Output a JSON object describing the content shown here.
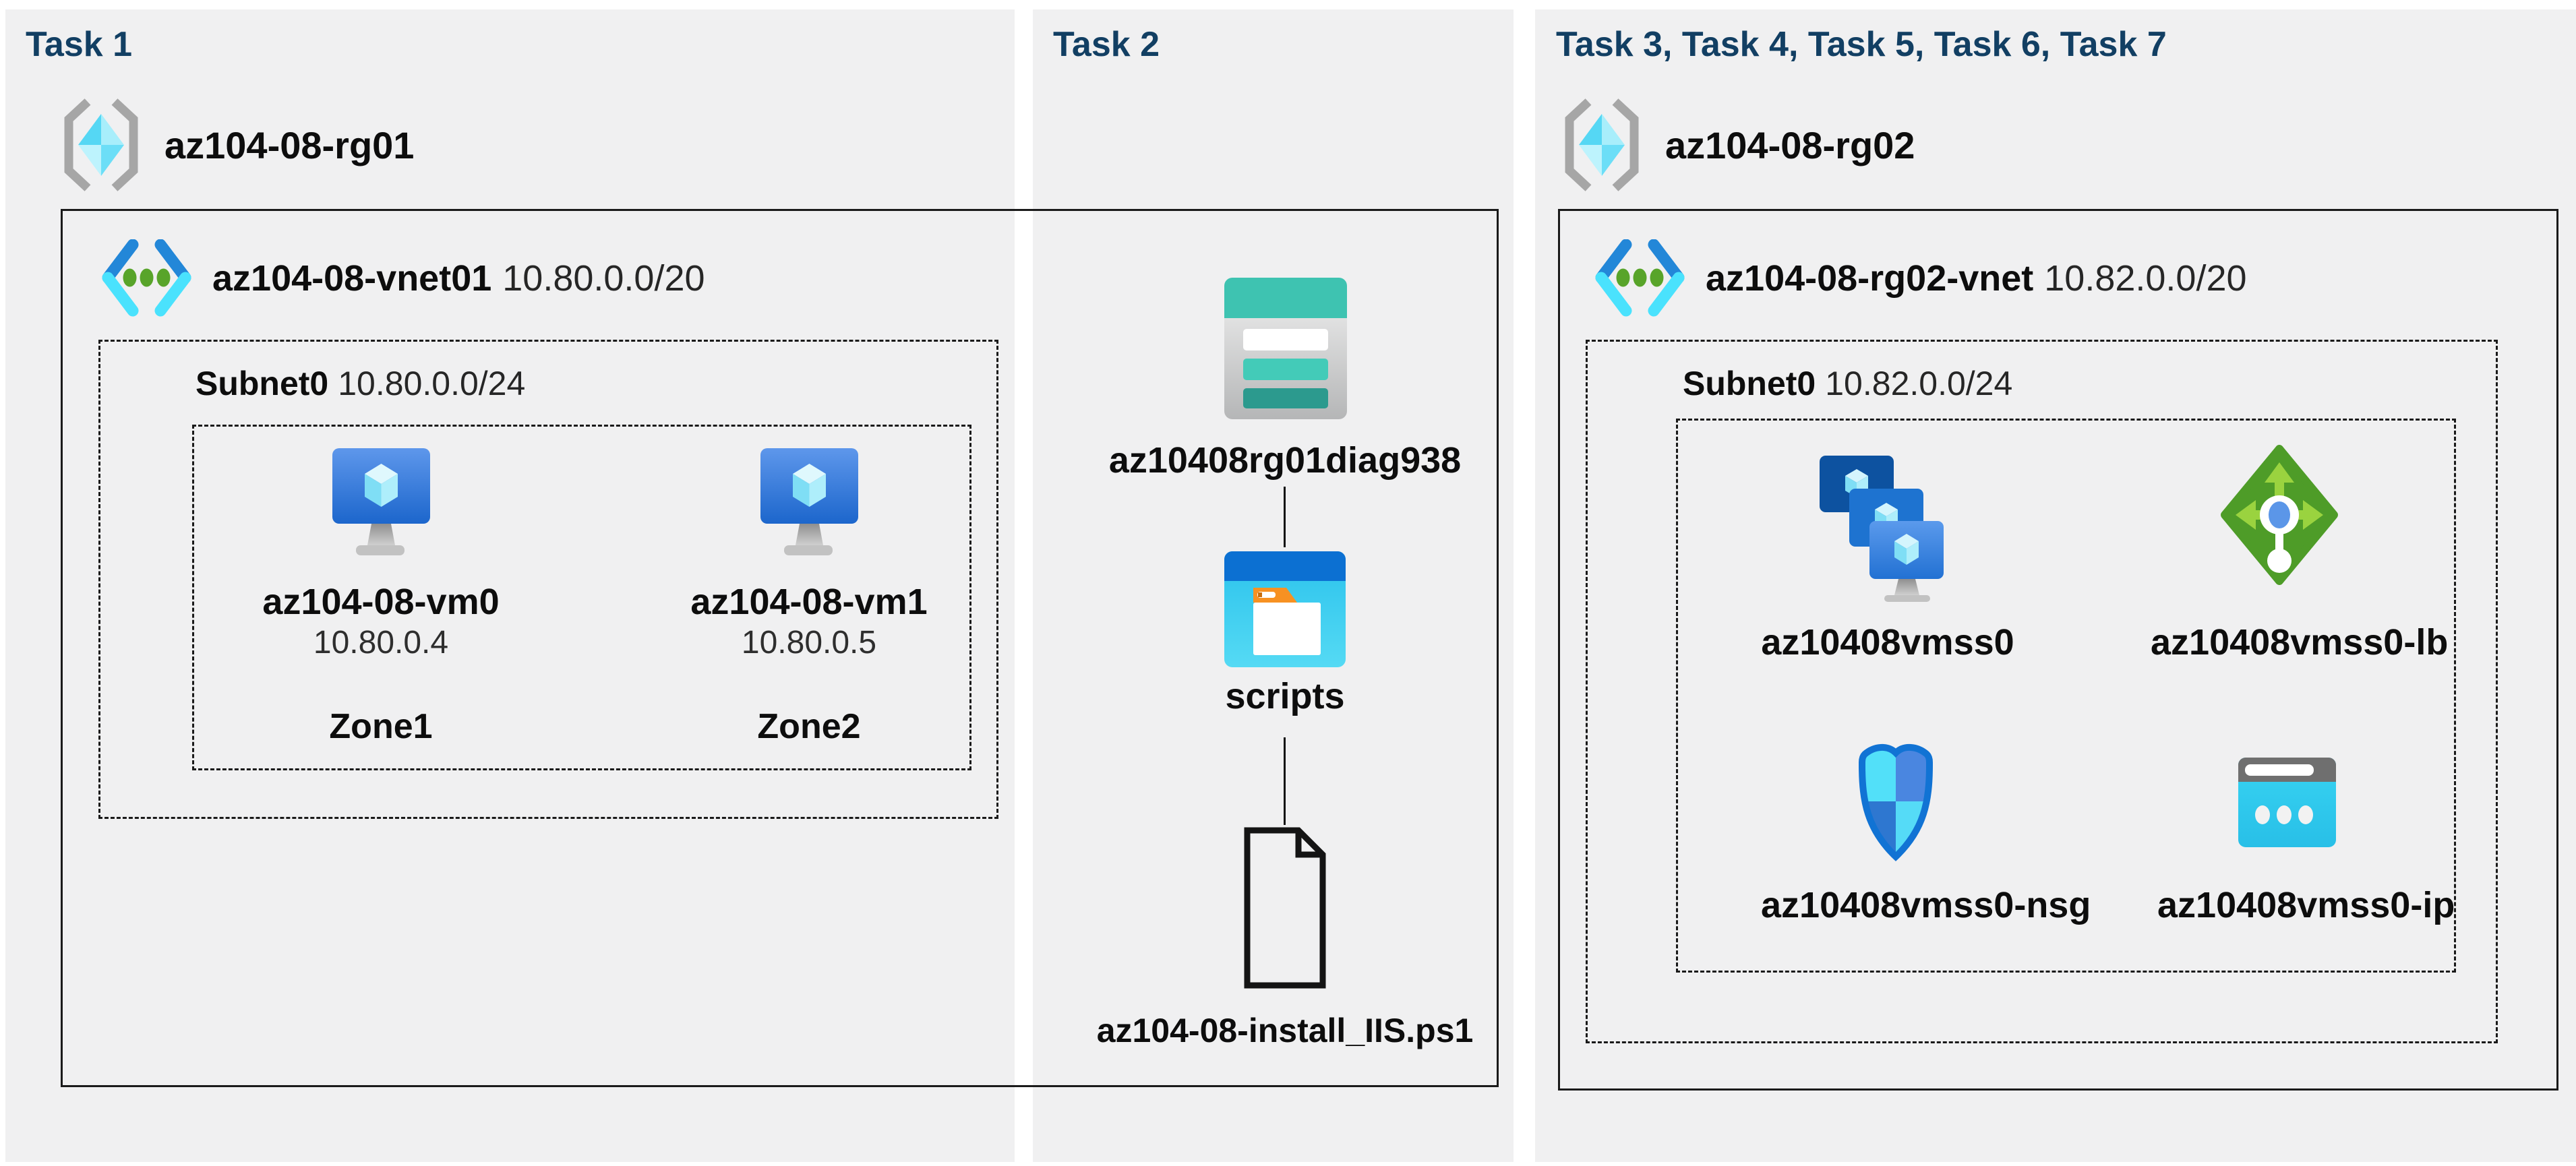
{
  "panels": {
    "task1": {
      "title": "Task 1",
      "resource_group": {
        "name": "az104-08-rg01"
      },
      "vnet": {
        "name": "az104-08-vnet01",
        "cidr": "10.80.0.0/20"
      },
      "subnet": {
        "name": "Subnet0",
        "cidr": "10.80.0.0/24"
      },
      "vms": [
        {
          "name": "az104-08-vm0",
          "ip": "10.80.0.4",
          "zone": "Zone1"
        },
        {
          "name": "az104-08-vm1",
          "ip": "10.80.0.5",
          "zone": "Zone2"
        }
      ]
    },
    "task2": {
      "title": "Task 2",
      "storage_account": {
        "name": "az10408rg01diag938"
      },
      "folder": {
        "name": "scripts"
      },
      "script_file": {
        "name": "az104-08-install_IIS.ps1"
      }
    },
    "task3": {
      "title": "Task 3, Task 4, Task 5, Task 6, Task 7",
      "resource_group": {
        "name": "az104-08-rg02"
      },
      "vnet": {
        "name": "az104-08-rg02-vnet",
        "cidr": "10.82.0.0/20"
      },
      "subnet": {
        "name": "Subnet0",
        "cidr": "10.82.0.0/24"
      },
      "resources": [
        {
          "name": "az10408vmss0",
          "type": "vm-scale-set"
        },
        {
          "name": "az10408vmss0-lb",
          "type": "load-balancer"
        },
        {
          "name": "az10408vmss0-nsg",
          "type": "network-security-group"
        },
        {
          "name": "az10408vmss0-ip",
          "type": "public-ip"
        }
      ]
    }
  },
  "colors": {
    "heading": "#123F63",
    "panel_bg": "#f0f0f1",
    "box_border": "#1a1a1a",
    "vm_blue_top": "#5e97eb",
    "vm_blue_bottom": "#1c66cc",
    "storage_teal": "#3ec3b1",
    "folder_blue": "#0c70d2",
    "lb_green": "#4e9c28",
    "lb_arrow_green": "#9ad33f",
    "nsg_border_blue": "#1173d4",
    "ip_cyan": "#2bc0e7",
    "vnet_chevron_blue": "#2387d8",
    "vnet_chevron_cyan": "#4ae2fd",
    "vnet_dot_green": "#58a42a",
    "rg_bracket_gray": "#a6a6a6"
  }
}
